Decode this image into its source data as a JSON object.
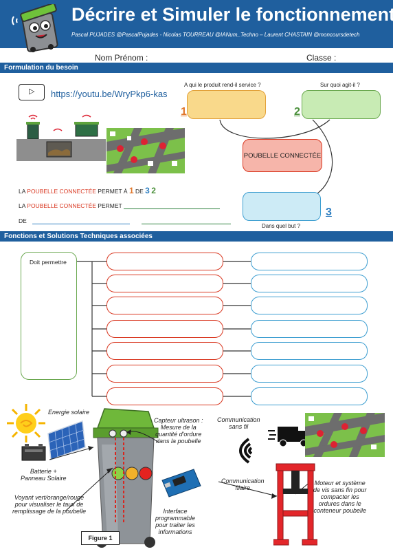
{
  "header": {
    "title": "Décrire et Simuler le fonctionnement",
    "authors": "Pascal PUJADES @PascalPujades  - Nicolas TOURREAU @IANum_Techno – Laurent CHASTAIN @moncoursdetech"
  },
  "form": {
    "name_label": "Nom Prénom :",
    "class_label": "Classe :"
  },
  "section1": {
    "title": "Formulation du besoin",
    "video_link": "https://youtu.be/WryPkp6-kas",
    "q1": "A qui le produit rend-il service ?",
    "q2": "Sur quoi agit-il ?",
    "q3": "Dans quel but ?",
    "n1": "1",
    "n2": "2",
    "n3": "3",
    "center_label": "POUBELLE CONNECTÉE",
    "sentence1": {
      "prefix": "LA ",
      "product": "POUBELLE CONNECTÉE",
      "mid": " PERMET À ",
      "n1": "1",
      "de": " DE ",
      "n3": "3",
      "n2": "2"
    },
    "sentence2": {
      "prefix": "LA ",
      "product": "POUBELLE CONNECTÉE",
      "mid": " PERMET "
    },
    "sentence3": {
      "de": "DE"
    }
  },
  "section2": {
    "title": "Fonctions et Solutions Techniques associées",
    "left_label": "Doit permettre",
    "rows": 7
  },
  "figure": {
    "caption": "Figure 1",
    "energie": "Energie solaire",
    "batterie": "Batterie +\nPanneau Solaire",
    "voyant": "Voyant vert/orange/rouge\npour visualiser le taux de\nremplissage de la poubelle",
    "capteur": "Capteur ultrason :\nMesure de la\nquantité d'ordure\ndans la poubelle",
    "interface": "Interface\nprogrammable\npour traiter les\ninformations",
    "comm_sans_fil": "Communication\nsans fil",
    "comm_filaire": "Communication\nfilaire",
    "moteur": "Moteur et système\nde vis sans fin pour\ncompacter les\nordures dans le\nconteneur poubelle"
  },
  "colors": {
    "header": "#1f5f9e",
    "box1": "#f9d98b",
    "box1_border": "#e2a13a",
    "box2": "#c8ebb4",
    "box2_border": "#6aa84f",
    "center": "#f6b5aa",
    "center_border": "#d9361f",
    "box3": "#cdebf6",
    "box3_border": "#3b9dd0",
    "num1": "#e0762a",
    "num2": "#4a8f3a",
    "num3": "#2f7fc1"
  }
}
